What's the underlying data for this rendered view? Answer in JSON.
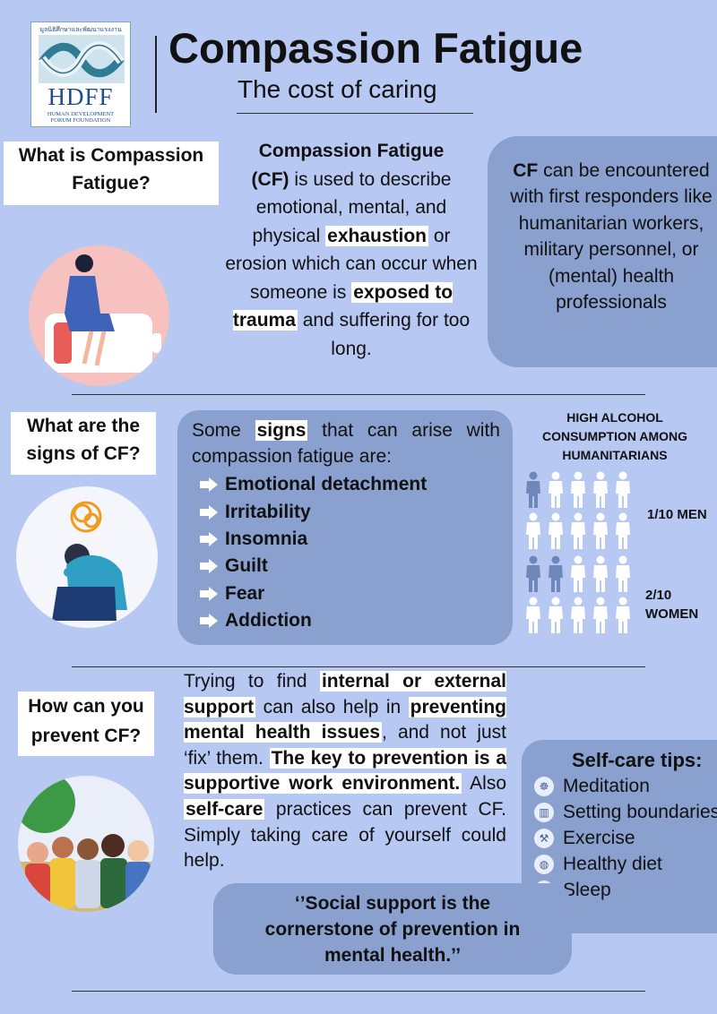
{
  "header": {
    "title": "Compassion Fatigue",
    "subtitle": "The cost of caring",
    "logo": {
      "thai_text": "มูลนิธิศึกษาและพัฒนาแรงงาน",
      "abbreviation": "HDFF",
      "name_line1": "HUMAN DEVELOPMENT",
      "name_line2": "FORUM FOUNDATION"
    }
  },
  "section1": {
    "question": "What is Compassion Fatigue?",
    "definition": {
      "term": "Compassion Fatigue",
      "abbr": "(CF)",
      "t1": " is used to describe emotional, mental, and physical ",
      "h1": "exhaustion",
      "t2": " or erosion which can occur when someone is ",
      "h2": "exposed to trauma",
      "t3": " and suffering for too long."
    },
    "card": {
      "bold": "CF",
      "text": " can be encountered with first responders like humanitarian workers, military personnel, or (mental) health professionals"
    }
  },
  "section2": {
    "question": "What are the signs of CF?",
    "intro_pre": "Some ",
    "intro_bold": "signs",
    "intro_post": " that can arise with compassion fatigue are:",
    "signs": [
      "Emotional detachment",
      "Irritability",
      "Insomnia",
      "Guilt",
      "Fear",
      "Addiction"
    ],
    "stat_title": "HIGH ALCOHOL CONSUMPTION AMONG HUMANITARIANS",
    "men_label": "1/10 MEN",
    "women_label": "2/10 WOMEN",
    "men_ratio": 0.1,
    "women_ratio": 0.2
  },
  "section3": {
    "question": "How can you prevent CF?",
    "p": [
      {
        "t": "Trying to find ",
        "b": false
      },
      {
        "t": "internal or external support",
        "b": true
      },
      {
        "t": " can also help in ",
        "b": false
      },
      {
        "t": "preventing mental health issues",
        "b": true
      },
      {
        "t": ", and not just ‘fix’ them. ",
        "b": false
      },
      {
        "t": "The key to prevention is a supportive work environment.",
        "b": true
      },
      {
        "t": " Also ",
        "b": false
      },
      {
        "t": "self-care",
        "b": true
      },
      {
        "t": " practices can prevent CF. Simply taking care of yourself could help.",
        "b": false
      }
    ],
    "quote": "‘’Social support is the cornerstone of prevention in mental health.’’",
    "tips_title": "Self-care tips:",
    "tips": [
      {
        "label": "Meditation",
        "icon": "meditation-icon"
      },
      {
        "label": "Setting boundaries",
        "icon": "fence-icon"
      },
      {
        "label": "Exercise",
        "icon": "dumbbell-icon"
      },
      {
        "label": "Healthy diet",
        "icon": "food-icon"
      },
      {
        "label": "Sleep",
        "icon": "moon-icon"
      }
    ]
  },
  "colors": {
    "background": "#b7c8f3",
    "card": "#8aa0cf",
    "highlight": "#ffffff"
  }
}
